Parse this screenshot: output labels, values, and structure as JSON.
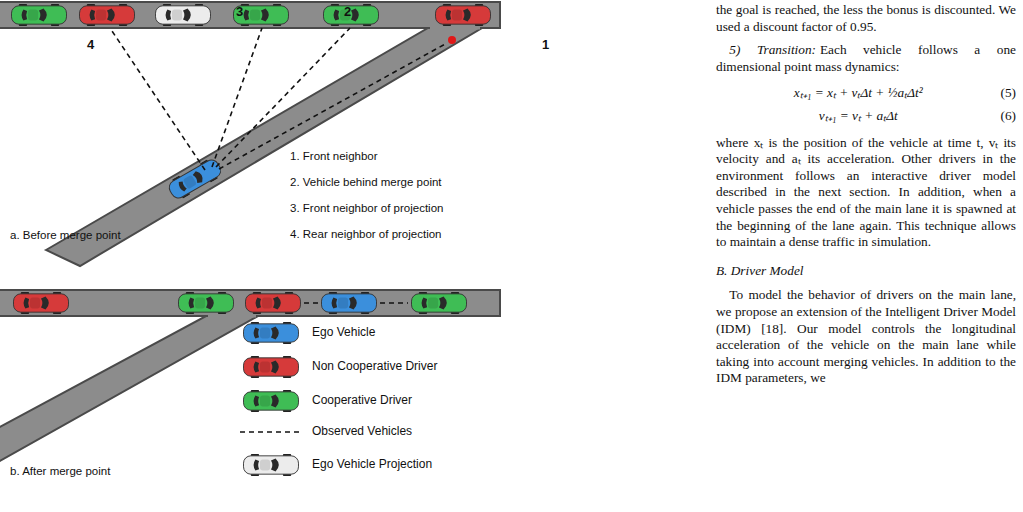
{
  "diagram": {
    "labels": [
      "3",
      "2",
      "4",
      "1",
      "1. Front neighbor",
      "2. Vehicle behind merge point",
      "3. Front neighbor of projection",
      "4. Rear neighbor of projection",
      "a. Before merge point",
      "b. After merge point",
      "the goal is reached, the less the bonus is discounted. We used a discount factor of 0.95.",
      "5) Transition:",
      "Each vehicle follows a one dimensional point mass dynamics:",
      "xₜ₊₁ = xₜ + vₜΔt + ½aₜΔt²",
      "(5)",
      "vₜ₊₁ = vₜ + aₜΔt",
      "(6)",
      "where xₜ is the position of the vehicle at time t, vₜ its velocity and aₜ its acceleration. Other drivers in the environment follows an interactive driver model described in the next section. In addition, when a vehicle passes the end of the main lane it is spawned at the beginning of the lane again. This technique allows to maintain a dense traffic in simulation.",
      "B. Driver Model",
      "To model the behavior of drivers on the main lane, we propose an extension of the Intelligent Driver Model (IDM) [18]. Our model controls the longitudinal acceleration of the vehicle on the main lane while taking into account merging vehicles. In addition to the IDM parameters, we"
    ],
    "legend": [
      {
        "text": "Ego Vehicle"
      },
      {
        "text": "Non Cooperative Driver"
      },
      {
        "text": "Cooperative Driver"
      },
      {
        "text": "Observed Vehicles"
      },
      {
        "text": "Ego Vehicle Projection"
      }
    ]
  }
}
